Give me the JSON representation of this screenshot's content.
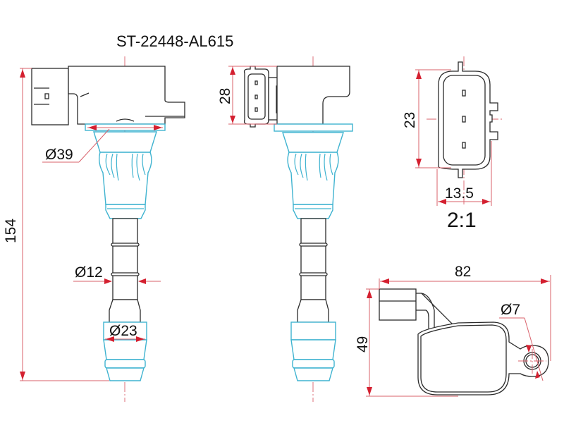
{
  "drawing": {
    "part_number": "ST-22448-AL615",
    "scale_label": "2:1",
    "colors": {
      "outline": "#2b2b2b",
      "boot": "#3fb3d0",
      "dimension": "#d9606a",
      "arrow": "#d42030"
    }
  },
  "views": {
    "front": {
      "dimensions": {
        "height": "154",
        "flange_diameter": "Ø39",
        "shaft_diameter": "Ø12",
        "tip_diameter": "Ø23"
      }
    },
    "side": {
      "dimensions": {
        "connector_height": "28"
      }
    },
    "connector_detail": {
      "dimensions": {
        "height": "23",
        "width": "13.5"
      }
    },
    "top": {
      "dimensions": {
        "length": "82",
        "height": "49",
        "hole_diameter": "Ø7"
      }
    }
  }
}
